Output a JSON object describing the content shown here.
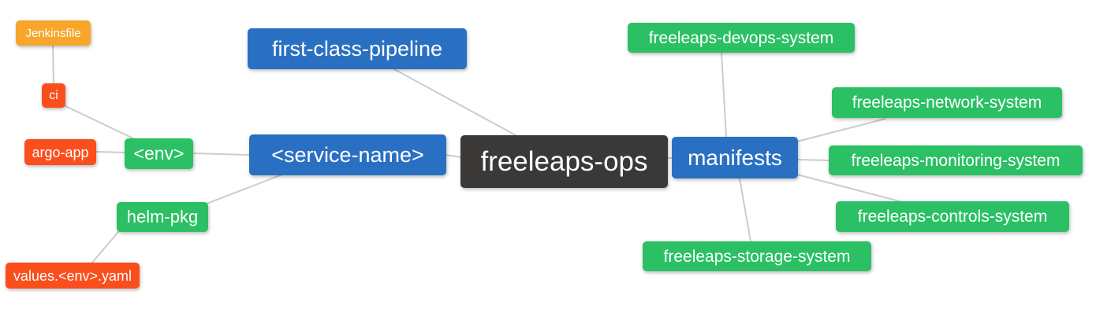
{
  "canvas": {
    "background": "#FFFFFF",
    "edge_color": "#CCCCCC"
  },
  "palette": {
    "root_dark": "#3B3838",
    "branch_blue": "#2A70C2",
    "leaf_green": "#2BC064",
    "leaf_red": "#FB4E1D",
    "leaf_orange": "#F7A62B",
    "node_text": "#FFFFFF"
  },
  "nodes": [
    {
      "id": "jenkinsfile",
      "label": "Jenkinsfile",
      "color": "orange"
    },
    {
      "id": "ci",
      "label": "ci",
      "color": "red"
    },
    {
      "id": "argo-app",
      "label": "argo-app",
      "color": "red"
    },
    {
      "id": "env",
      "label": "<env>",
      "color": "green"
    },
    {
      "id": "first-class-pipeline",
      "label": "first-class-pipeline",
      "color": "blue"
    },
    {
      "id": "service-name",
      "label": "<service-name>",
      "color": "blue"
    },
    {
      "id": "freeleaps-ops",
      "label": "freeleaps-ops",
      "color": "dark"
    },
    {
      "id": "manifests",
      "label": "manifests",
      "color": "blue"
    },
    {
      "id": "helm-pkg",
      "label": "helm-pkg",
      "color": "green"
    },
    {
      "id": "values-env-yaml",
      "label": "values.<env>.yaml",
      "color": "red"
    },
    {
      "id": "freeleaps-devops-system",
      "label": "freeleaps-devops-system",
      "color": "green"
    },
    {
      "id": "freeleaps-network-system",
      "label": "freeleaps-network-system",
      "color": "green"
    },
    {
      "id": "freeleaps-monitoring-system",
      "label": "freeleaps-monitoring-system",
      "color": "green"
    },
    {
      "id": "freeleaps-controls-system",
      "label": "freeleaps-controls-system",
      "color": "green"
    },
    {
      "id": "freeleaps-storage-system",
      "label": "freeleaps-storage-system",
      "color": "green"
    }
  ],
  "edges": [
    {
      "from": "jenkinsfile",
      "to": "ci"
    },
    {
      "from": "ci",
      "to": "env"
    },
    {
      "from": "argo-app",
      "to": "env"
    },
    {
      "from": "env",
      "to": "service-name"
    },
    {
      "from": "helm-pkg",
      "to": "service-name"
    },
    {
      "from": "values-env-yaml",
      "to": "helm-pkg"
    },
    {
      "from": "first-class-pipeline",
      "to": "freeleaps-ops"
    },
    {
      "from": "service-name",
      "to": "freeleaps-ops"
    },
    {
      "from": "freeleaps-ops",
      "to": "manifests"
    },
    {
      "from": "manifests",
      "to": "freeleaps-devops-system"
    },
    {
      "from": "manifests",
      "to": "freeleaps-network-system"
    },
    {
      "from": "manifests",
      "to": "freeleaps-monitoring-system"
    },
    {
      "from": "manifests",
      "to": "freeleaps-controls-system"
    },
    {
      "from": "manifests",
      "to": "freeleaps-storage-system"
    }
  ]
}
